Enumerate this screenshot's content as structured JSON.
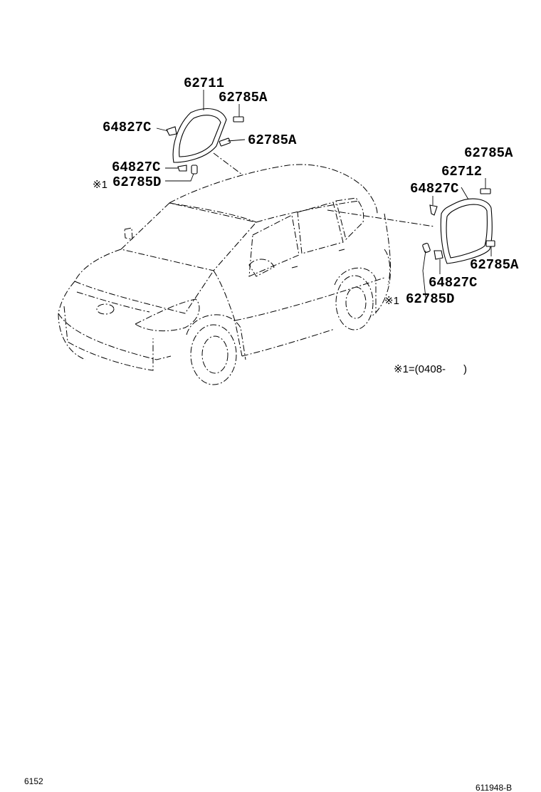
{
  "labels": {
    "p62711": "62711",
    "p62785a_1": "62785A",
    "p64827c_1": "64827C",
    "p62785a_2": "62785A",
    "p64827c_2": "64827C",
    "note_mark_1": "※1",
    "p62785d_1": "62785D",
    "p62785a_3": "62785A",
    "p62712": "62712",
    "p64827c_3": "64827C",
    "p62785a_4": "62785A",
    "p64827c_4": "64827C",
    "note_mark_2": "※1",
    "p62785d_2": "62785D"
  },
  "footnote": "※1=(0408-      )",
  "footer": {
    "left_code": "6152",
    "right_code": "611948-B"
  }
}
